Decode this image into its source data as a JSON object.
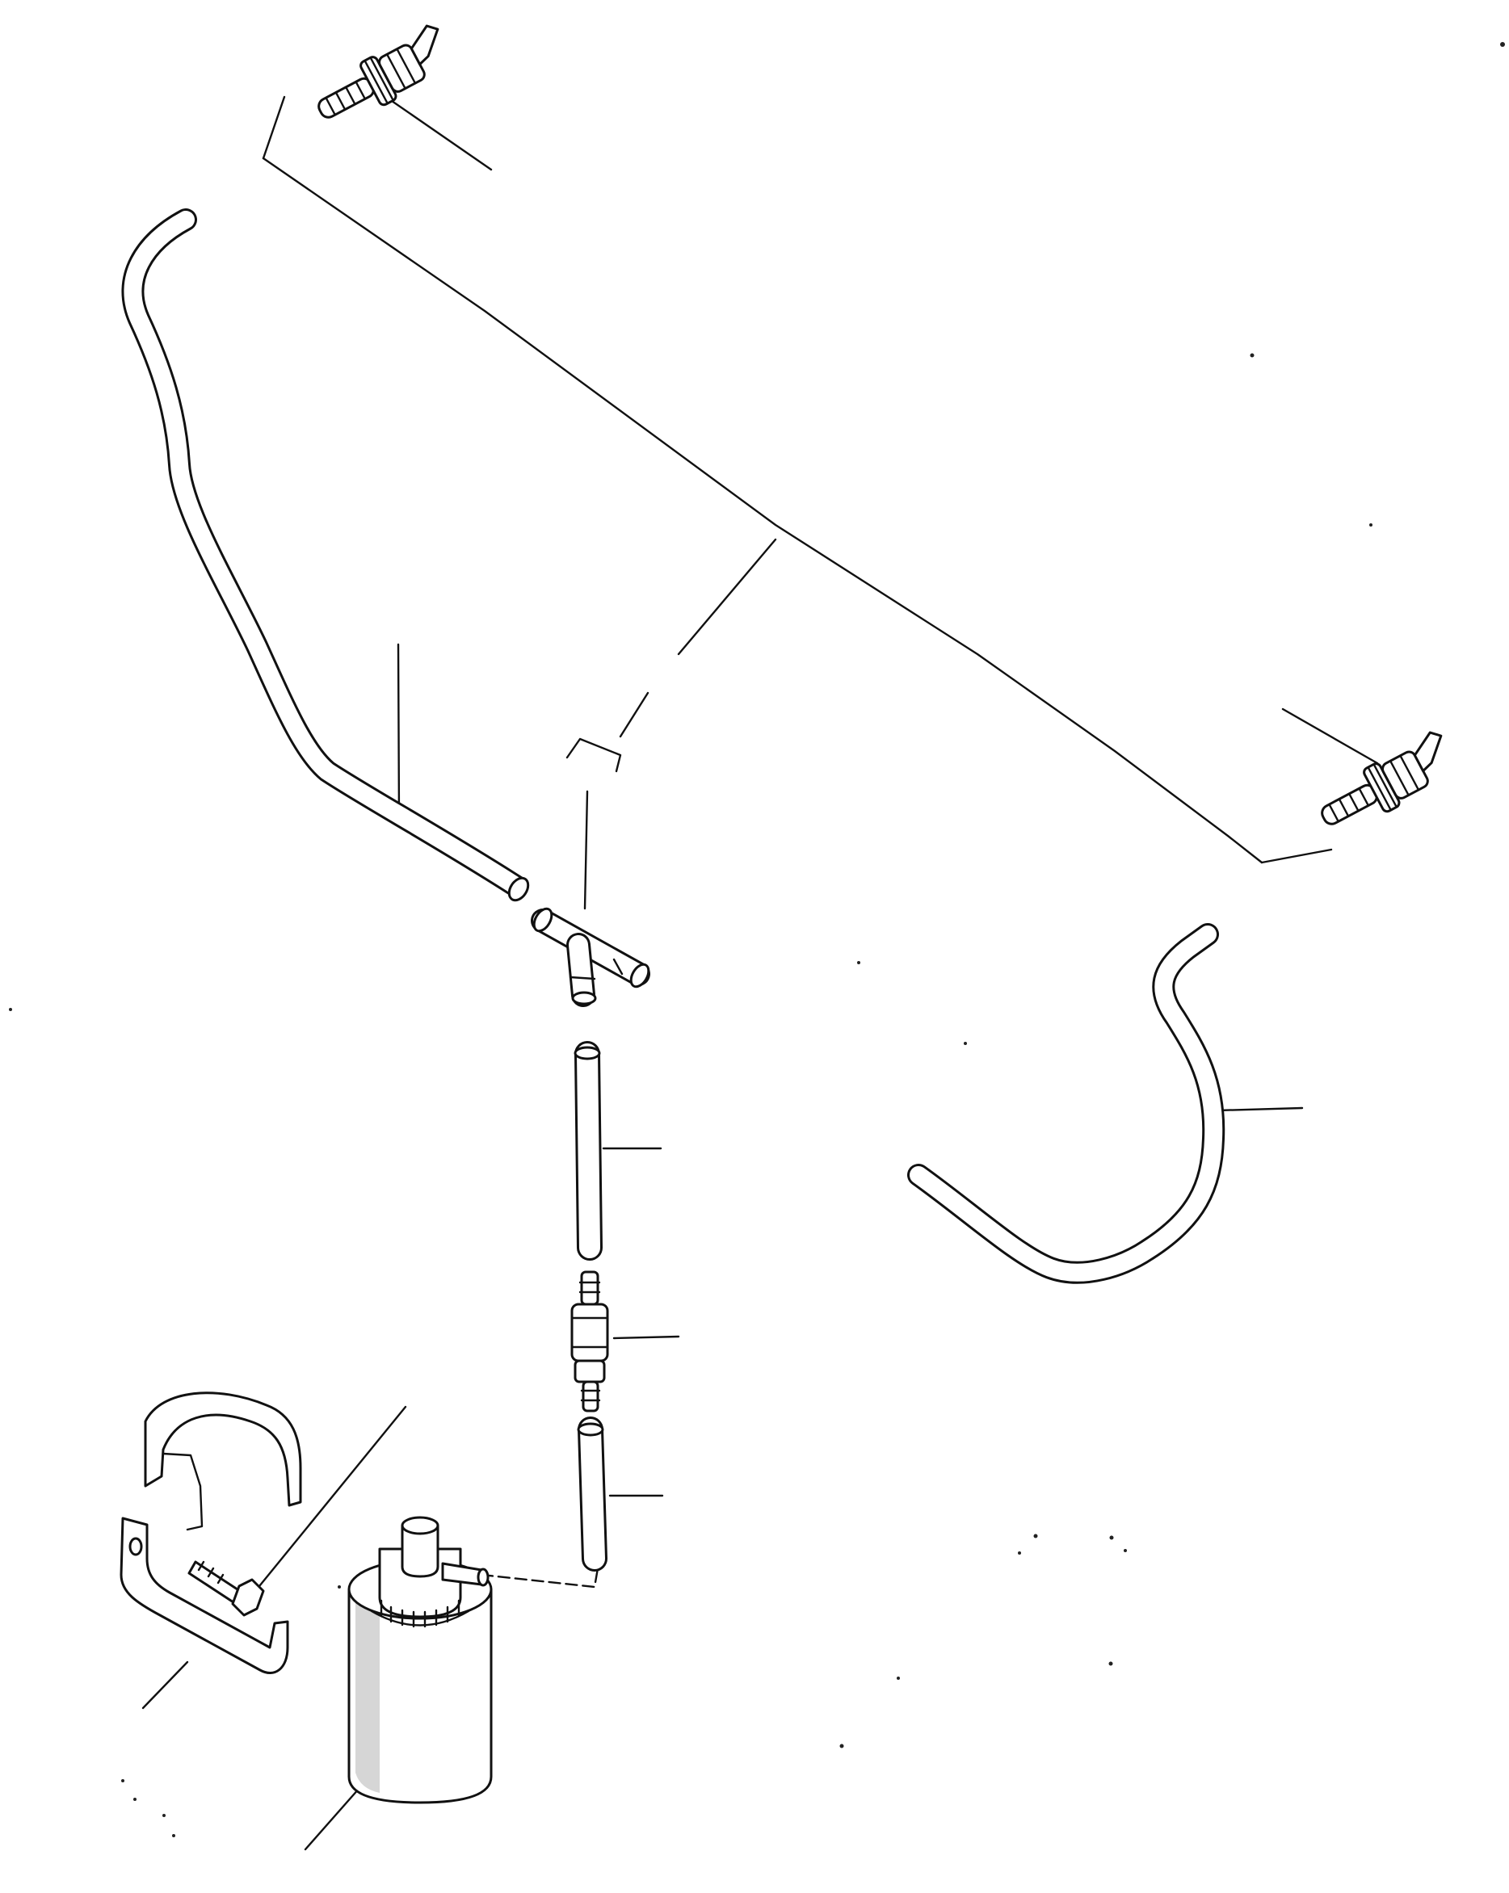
{
  "diagram": {
    "kind": "exploded-parts-drawing",
    "line_color": "#111111",
    "background": "#ffffff",
    "parts": [
      {
        "id": "nozzle-left",
        "icon": "washer-nozzle-icon"
      },
      {
        "id": "nozzle-right",
        "icon": "washer-nozzle-icon"
      },
      {
        "id": "hose-long-left",
        "icon": "hose-icon"
      },
      {
        "id": "hose-curved-right",
        "icon": "hose-icon"
      },
      {
        "id": "tee-connector",
        "icon": "tee-connector-icon"
      },
      {
        "id": "tube-upper",
        "icon": "tube-icon"
      },
      {
        "id": "check-valve",
        "icon": "valve-icon"
      },
      {
        "id": "tube-lower",
        "icon": "tube-icon"
      },
      {
        "id": "pump-motor",
        "icon": "pump-icon"
      },
      {
        "id": "pump-bracket",
        "icon": "bracket-icon"
      },
      {
        "id": "bracket-bolt",
        "icon": "bolt-icon"
      }
    ]
  }
}
